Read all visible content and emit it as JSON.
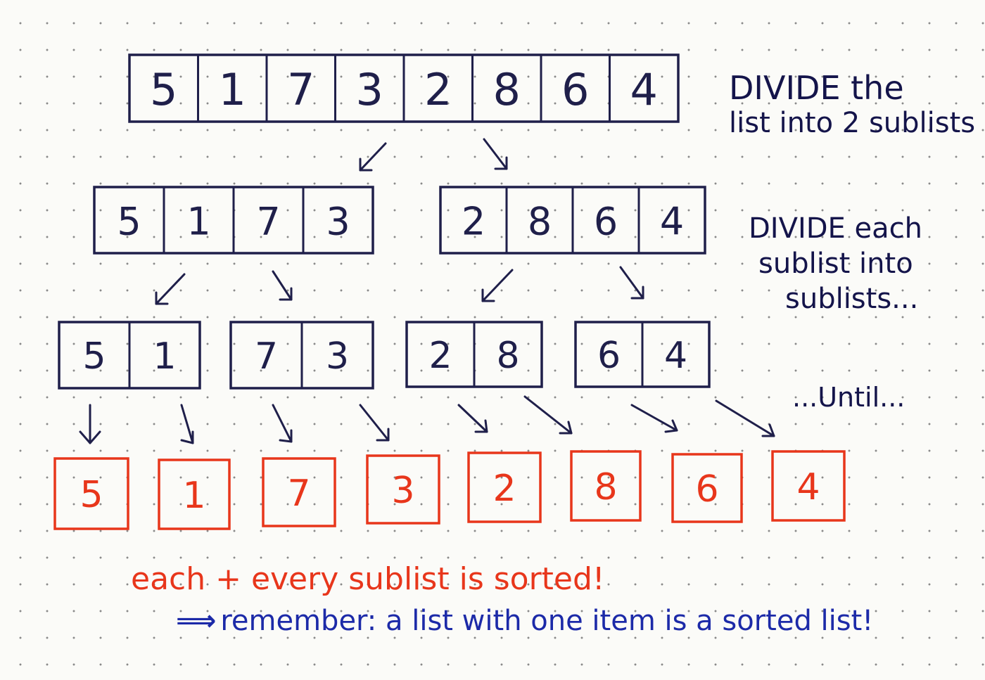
{
  "levels": [
    {
      "lists": [
        [
          "5",
          "1",
          "7",
          "3",
          "2",
          "8",
          "6",
          "4"
        ]
      ]
    },
    {
      "lists": [
        [
          "5",
          "1",
          "7",
          "3"
        ],
        [
          "2",
          "8",
          "6",
          "4"
        ]
      ]
    },
    {
      "lists": [
        [
          "5",
          "1"
        ],
        [
          "7",
          "3"
        ],
        [
          "2",
          "8"
        ],
        [
          "6",
          "4"
        ]
      ]
    },
    {
      "lists": [
        [
          "5"
        ],
        [
          "1"
        ],
        [
          "7"
        ],
        [
          "3"
        ],
        [
          "2"
        ],
        [
          "8"
        ],
        [
          "6"
        ],
        [
          "4"
        ]
      ]
    }
  ],
  "annotations": {
    "divide_list": {
      "line1": "DIVIDE the",
      "line2": "list into 2 sublists"
    },
    "divide_each": {
      "line1": "DIVIDE each",
      "line2": "sublist into",
      "line3": "sublists..."
    },
    "until": "...Until...",
    "sorted": "each + every sublist is sorted!",
    "remember_arrow": "⟹",
    "remember": "remember: a list with one item is a sorted list!"
  },
  "colors": {
    "ink": "#1f1f4a",
    "red": "#e8361b",
    "blue": "#1c2aa8"
  }
}
